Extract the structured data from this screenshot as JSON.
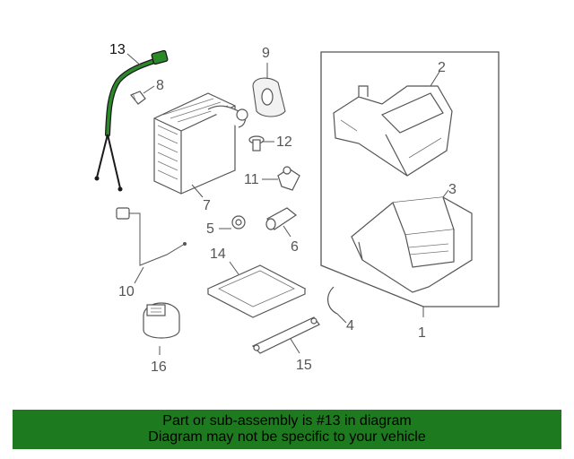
{
  "callouts": {
    "c1": "1",
    "c2": "2",
    "c3": "3",
    "c4": "4",
    "c5": "5",
    "c6": "6",
    "c7": "7",
    "c8": "8",
    "c9": "9",
    "c10": "10",
    "c11": "11",
    "c12": "12",
    "c13": "13",
    "c14": "14",
    "c15": "15",
    "c16": "16"
  },
  "highlight": {
    "part_number": "13",
    "color": "#1e7a1e"
  },
  "banner": {
    "line1": "Part or sub-assembly is #13 in diagram",
    "line2": "Diagram may not be specific to your vehicle",
    "background": "#1e7a1e"
  }
}
